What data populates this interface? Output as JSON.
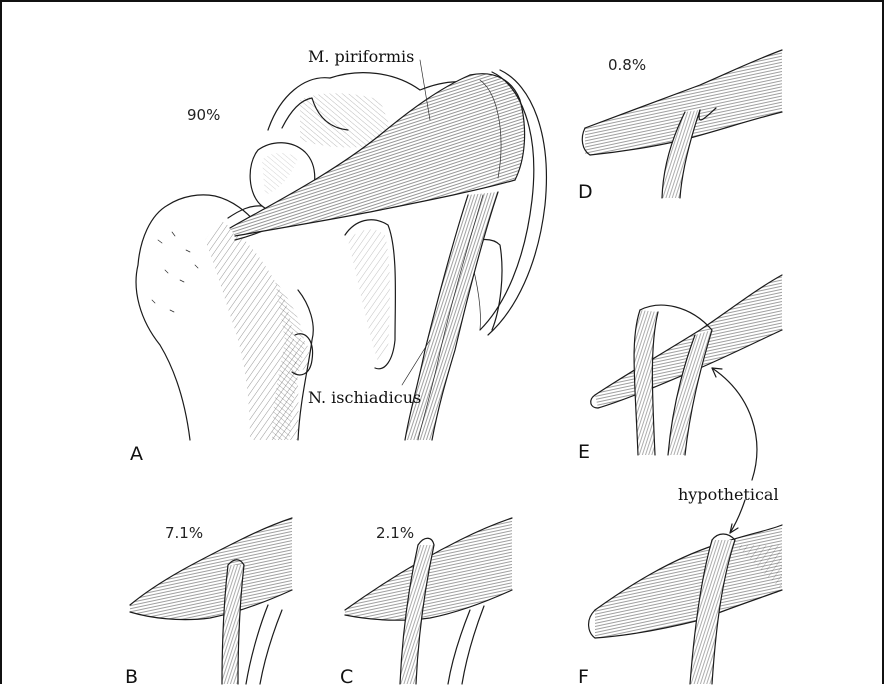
{
  "figure": {
    "panels": [
      {
        "id": "A",
        "letter": "A",
        "percent": "90%"
      },
      {
        "id": "B",
        "letter": "B",
        "percent": "7.1%"
      },
      {
        "id": "C",
        "letter": "C",
        "percent": "2.1%"
      },
      {
        "id": "D",
        "letter": "D",
        "percent": "0.8%"
      },
      {
        "id": "E",
        "letter": "E",
        "percent": ""
      },
      {
        "id": "F",
        "letter": "F",
        "percent": ""
      }
    ],
    "labels": {
      "muscle": "M. piriformis",
      "nerve": "N. ischiadicus",
      "hypothetical": "hypothetical"
    }
  }
}
